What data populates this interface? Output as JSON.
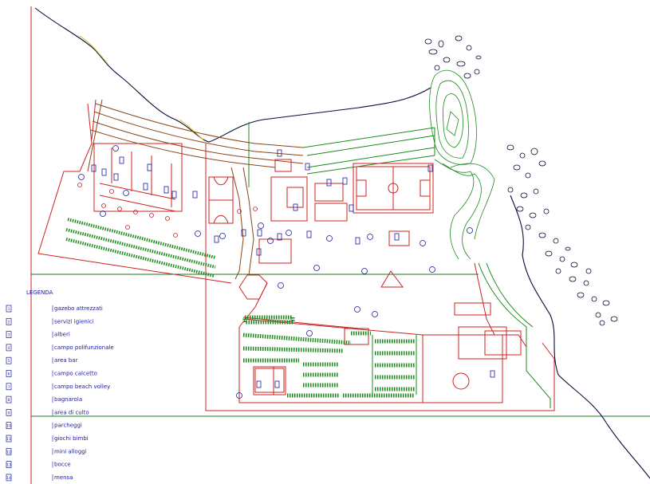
{
  "legend": {
    "title": "LEGENDA",
    "items": [
      {
        "symbol": "1",
        "label": "gazebo attrezzati"
      },
      {
        "symbol": "2",
        "label": "servizi igienici"
      },
      {
        "symbol": "3",
        "label": "alberi"
      },
      {
        "symbol": "4",
        "label": "campo polifunzionale"
      },
      {
        "symbol": "5",
        "label": "area bar"
      },
      {
        "symbol": "6",
        "label": "campo calcetto"
      },
      {
        "symbol": "7",
        "label": "campo beach volley"
      },
      {
        "symbol": "8",
        "label": "bagnarola"
      },
      {
        "symbol": "9",
        "label": "area di culto"
      },
      {
        "symbol": "10",
        "label": "parcheggi"
      },
      {
        "symbol": "11",
        "label": "giochi bimbi"
      },
      {
        "symbol": "12",
        "label": "mini alloggi"
      },
      {
        "symbol": "13",
        "label": "bocce"
      },
      {
        "symbol": "14",
        "label": "mensa"
      }
    ]
  },
  "colors": {
    "boundary": "#cc2222",
    "vegetation": "#1a8a1a",
    "terrain": "#0a0a3a",
    "symbols": "#1a1aa0",
    "road": "#8b4513"
  },
  "icons": [
    "tree-icon",
    "rock-icon",
    "building-icon",
    "parking-stripes"
  ]
}
